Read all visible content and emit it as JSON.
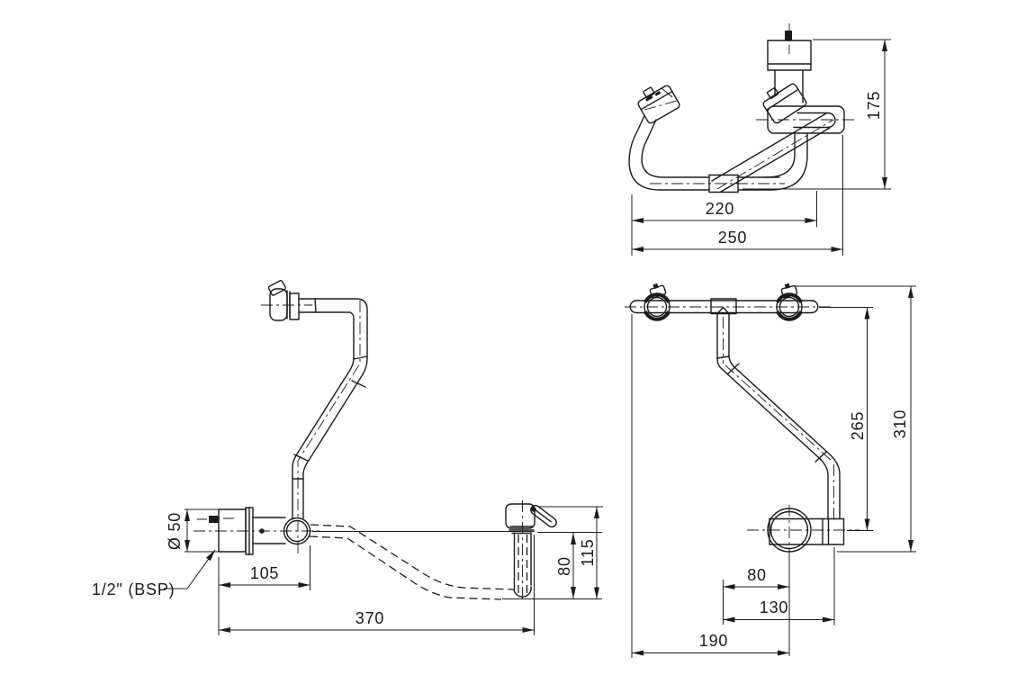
{
  "drawing": {
    "front_view": {
      "diameter_label": "Ø 50",
      "thread_label": "1/2\" (BSP)",
      "dim_joint_offset": "105",
      "dim_total_width": "370",
      "dim_drop": "80",
      "dim_height": "115"
    },
    "top_view": {
      "dim_reach": "220",
      "dim_total": "250",
      "dim_depth": "175"
    },
    "side_view": {
      "dim_pipe_offset": "80",
      "dim_spout_projection": "130",
      "dim_total_projection": "190",
      "dim_centre_drop": "265",
      "dim_total_height": "310"
    },
    "colors": {
      "line": "#1b1b1b",
      "background": "#ffffff"
    }
  }
}
